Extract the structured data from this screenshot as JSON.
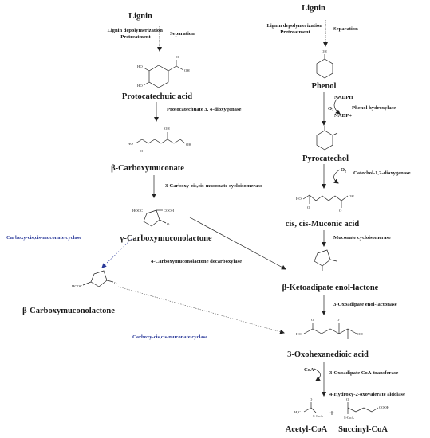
{
  "left_pathway": {
    "source": "Lignin",
    "step_pretreat": "Lignin depolymerization\nPretreatment",
    "step_separation": "Separation",
    "c1": "Protocatechuic acid",
    "e1": "Protocatechuate 3, 4-dioxygenase",
    "c2": "β-Carboxymuconate",
    "e2": "3-Carboxy-cis,cis-muconate cycloisomerase",
    "c3": "γ-Carboxymuconolactone",
    "e3": "4-Carboxymuconolactone decarboxylase",
    "side_enzyme": "Carboxy-cis,cis-muconate cyclase",
    "c4": "β-Carboxymuconolactone",
    "side_enzyme2": "Carboxy-cis,cis-muconate cyclase"
  },
  "right_pathway": {
    "source": "Lignin",
    "step_pretreat": "Lignin depolymerization\nPretreatment",
    "step_separation": "Separation",
    "c1": "Phenol",
    "nadph": "NADPH",
    "o2a": "O₂",
    "nadp": "NADP+",
    "e1": "Phenol hydroxylase",
    "c2": "Pyrocatechol",
    "o2b": "O₂",
    "e2": "Catechol-1,2-dioxygenase",
    "c3": "cis, cis-Muconic acid",
    "e3": "Muconate cycloisomerase",
    "c4": "β-Ketoadipate enol-lactone",
    "e4": "3-Oxoadipate enol-lactonase",
    "c5": "3-Oxohexanedioic acid",
    "coa": "CoA",
    "e5": "3-Oxoadipate CoA-transferase",
    "e6": "4-Hydroxy-2-oxovalerate aldolase",
    "p1": "Acetyl-CoA",
    "plus": "+",
    "p2": "Succinyl-CoA"
  },
  "atoms": {
    "ho": "HO",
    "oh": "OH",
    "o": "O",
    "cooh": "COOH",
    "hooc": "HOOC",
    "h3c": "H₃C",
    "scoa": "S-CoA"
  }
}
